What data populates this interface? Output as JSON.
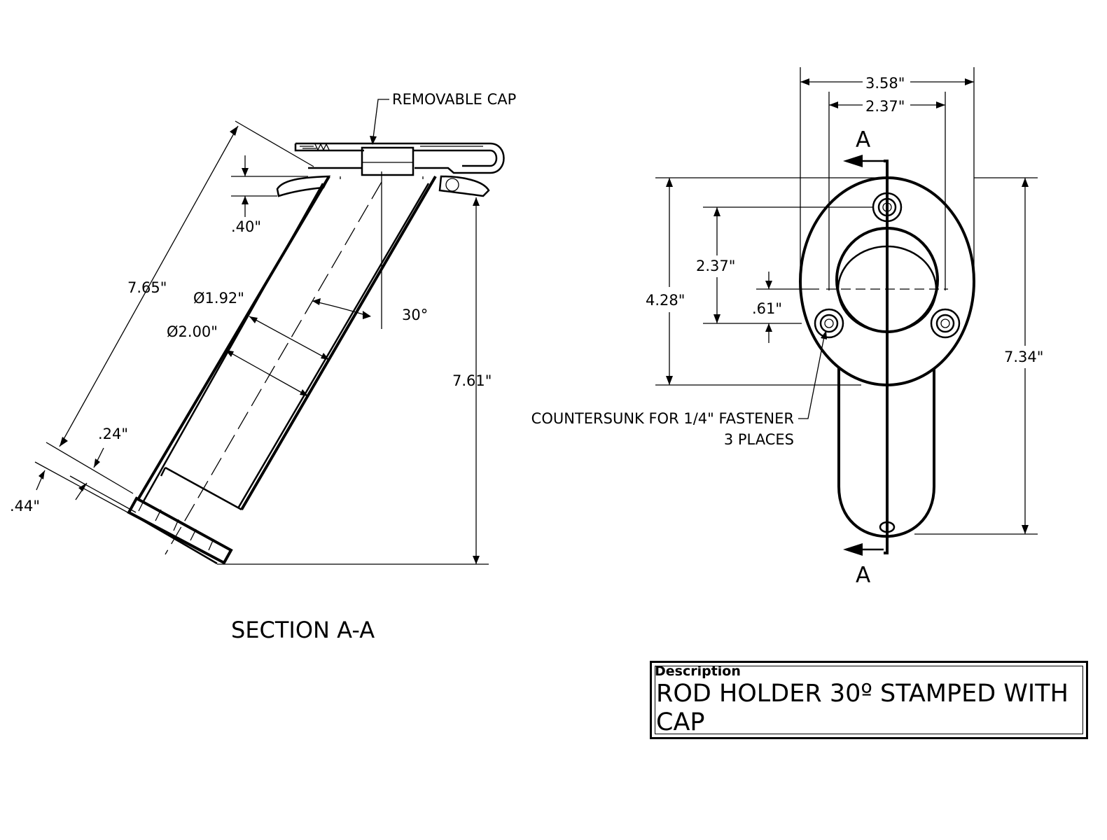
{
  "section": {
    "title": "SECTION A-A",
    "dim_overall_length": "7.65\"",
    "dim_height": "7.61\"",
    "dim_flange": ".40\"",
    "dim_inner_diameter": "Ø1.92\"",
    "dim_outer_diameter": "Ø2.00\"",
    "dim_angle": "30°",
    "dim_bottom_ring": ".24\"",
    "dim_bottom_offset": ".44\"",
    "callout_cap": "REMOVABLE CAP"
  },
  "top_view": {
    "dim_width_outer": "3.58\"",
    "dim_width_inner": "2.37\"",
    "dim_height_flange": "4.28\"",
    "dim_hole_spacing": "2.37\"",
    "dim_hole_offset": ".61\"",
    "dim_total_length": "7.34\"",
    "section_mark_top": "A",
    "section_mark_bottom": "A",
    "callout_fastener_line1": "COUNTERSUNK FOR 1/4\" FASTENER",
    "callout_fastener_line2": "3 PLACES"
  },
  "title_block": {
    "heading": "Description",
    "description": "ROD HOLDER 30º  STAMPED WITH CAP"
  }
}
